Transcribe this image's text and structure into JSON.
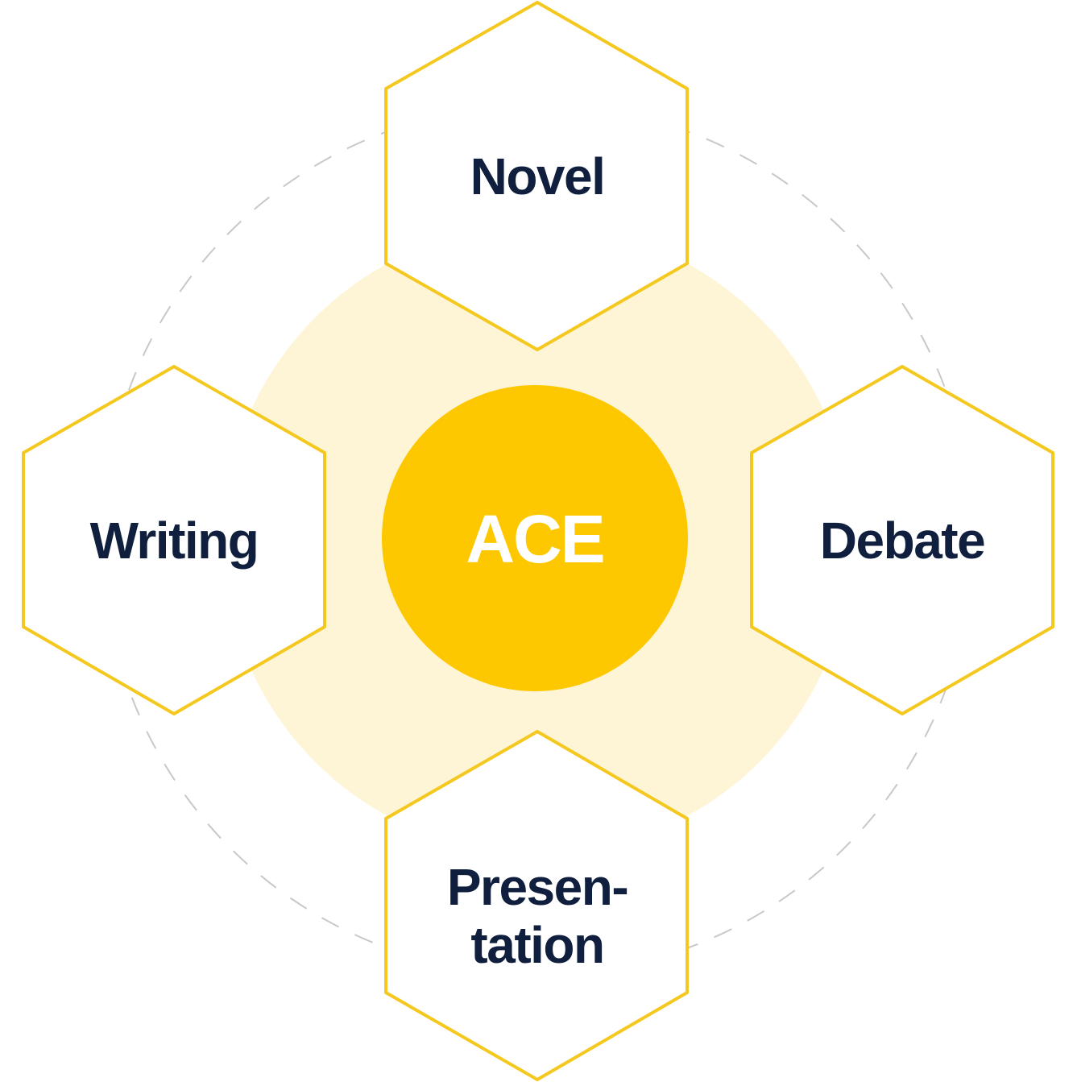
{
  "center": {
    "label": "ACE"
  },
  "nodes": {
    "novel": {
      "label": "Novel"
    },
    "writing": {
      "label": "Writing"
    },
    "debate": {
      "label": "Debate"
    },
    "presentation": {
      "line1": "Presen-",
      "line2": "tation"
    }
  },
  "colors": {
    "accent": "#fdc800",
    "halo": "#fef4d6",
    "hex_stroke": "#f4c81e",
    "text": "#0f1f3d",
    "dash": "#c8c8c8"
  }
}
